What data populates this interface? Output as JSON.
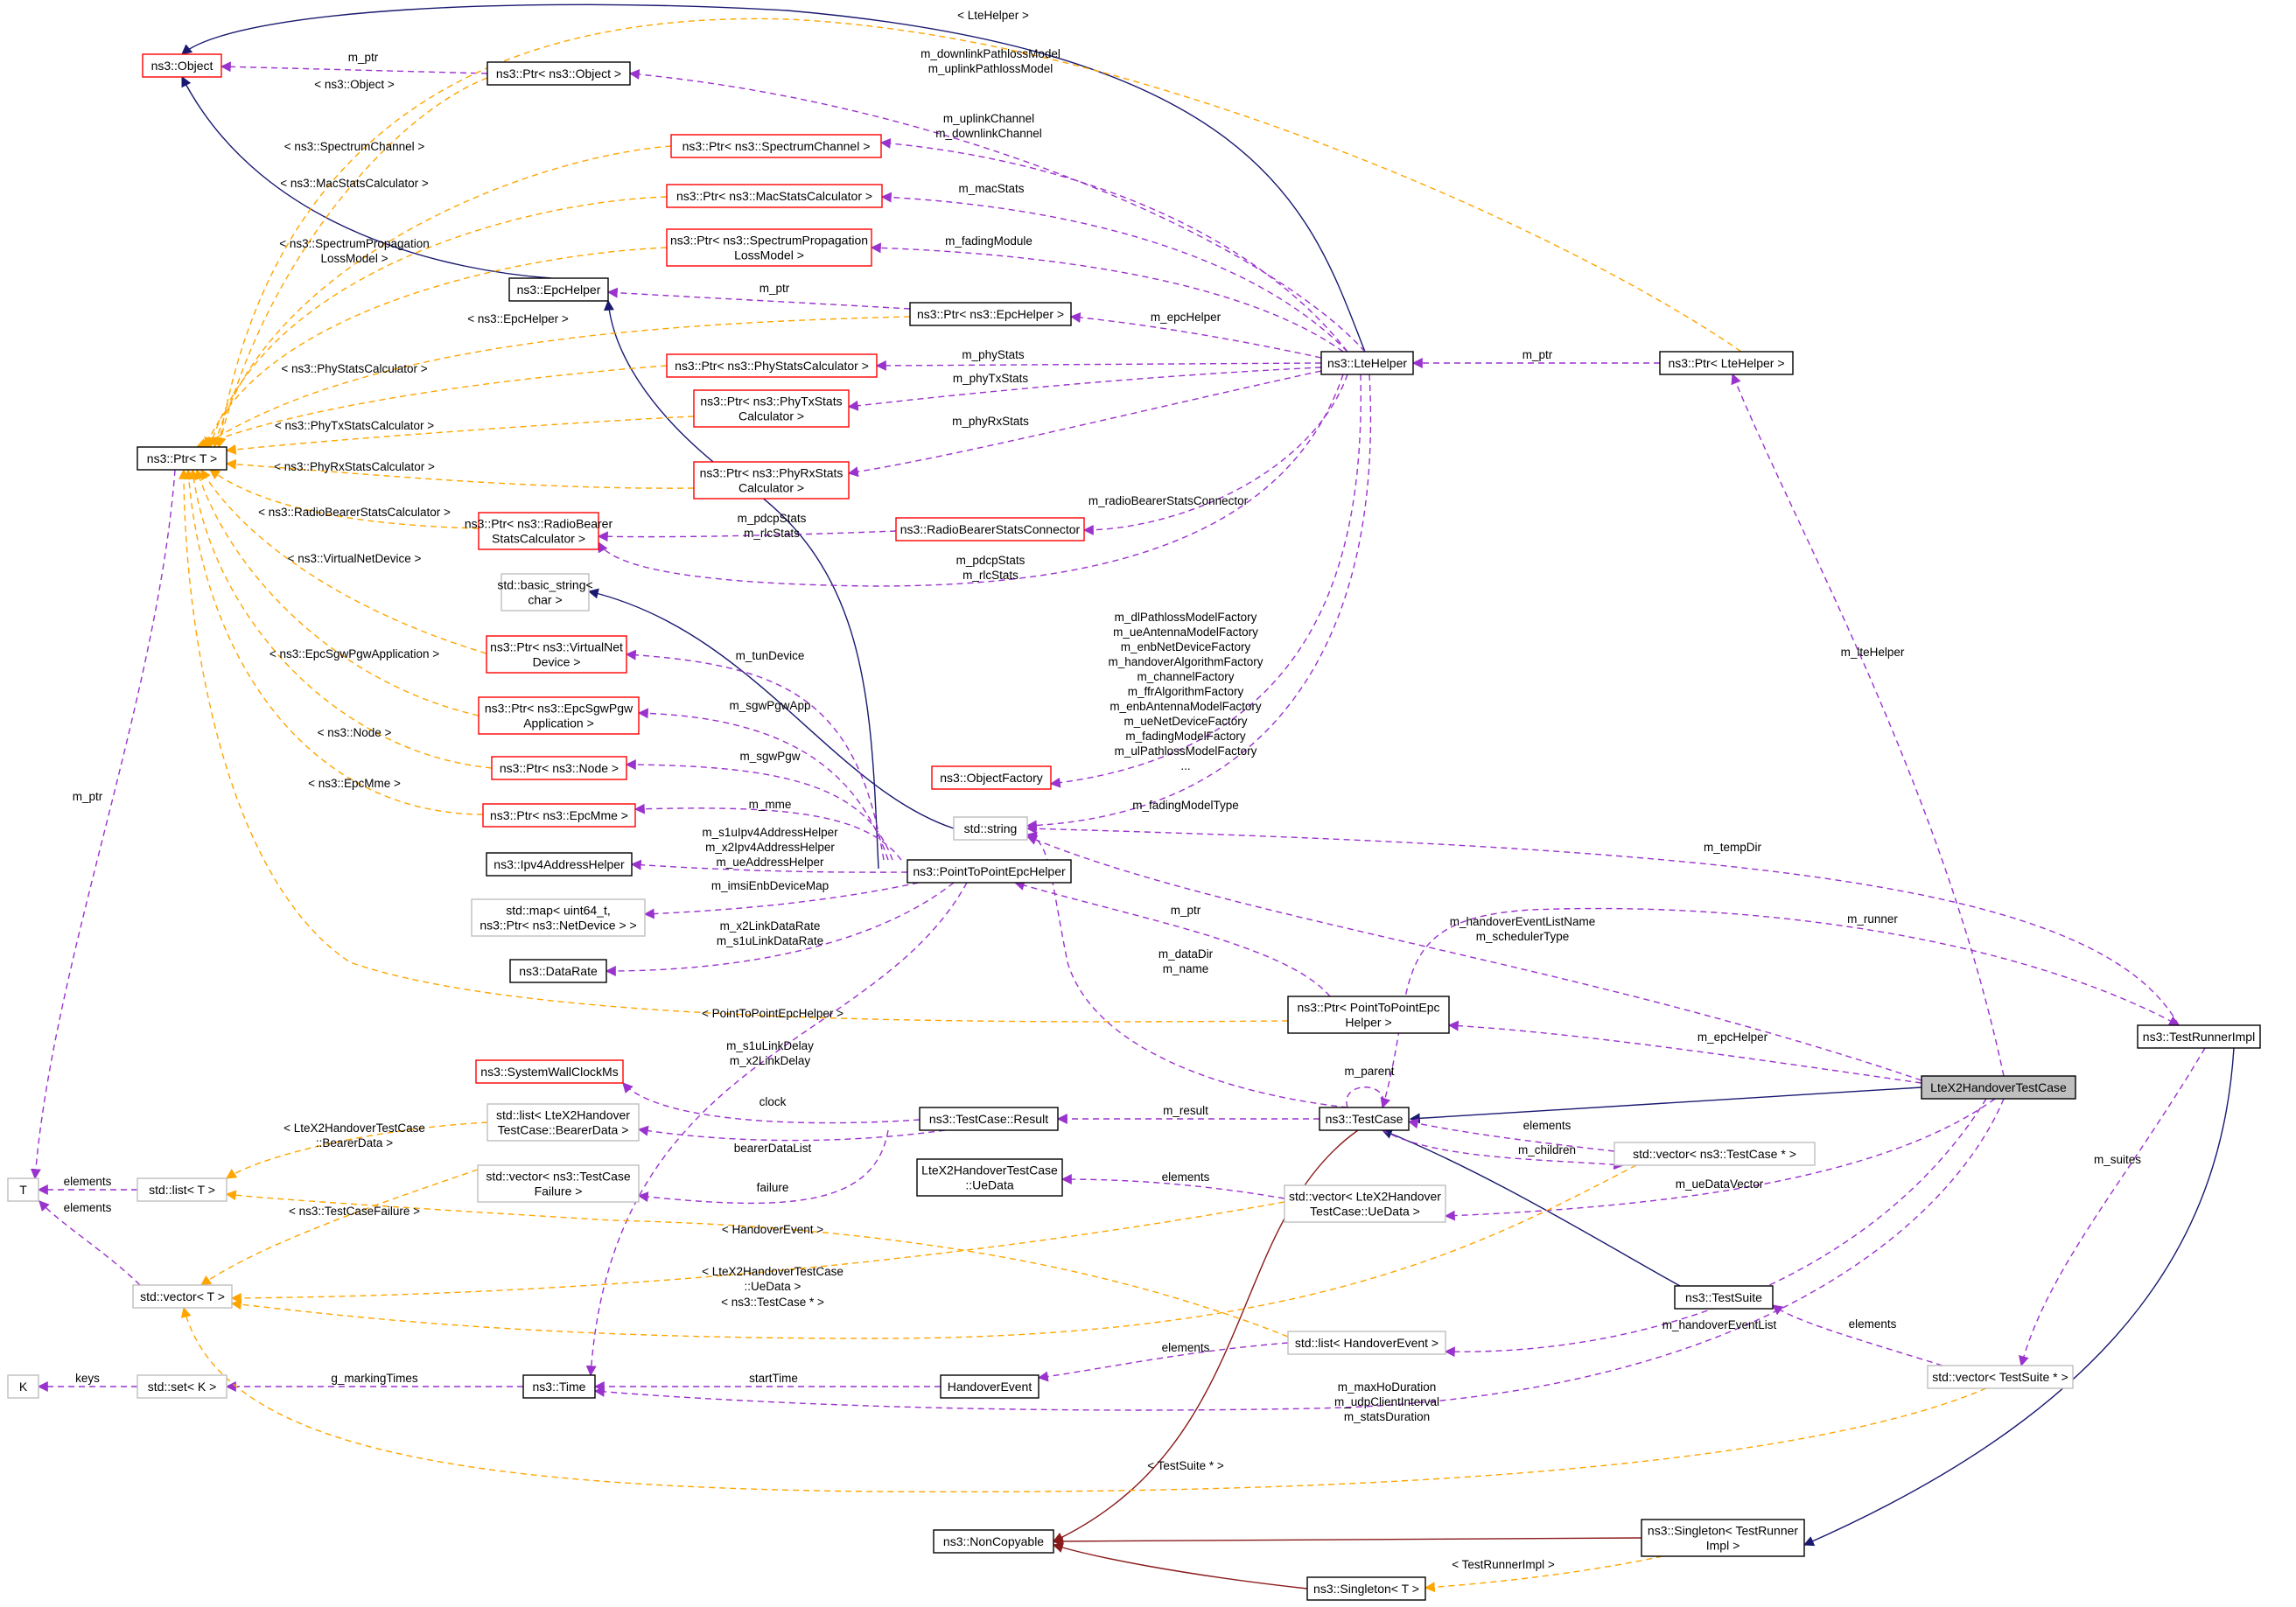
{
  "diagram": {
    "nodes": [
      {
        "id": "object",
        "lines": [
          "ns3::Object"
        ],
        "style": "red"
      },
      {
        "id": "ptr_object",
        "lines": [
          "ns3::Ptr< ns3::Object >"
        ],
        "style": "black"
      },
      {
        "id": "ptr_spectrumchannel",
        "lines": [
          "ns3::Ptr< ns3::SpectrumChannel >"
        ],
        "style": "red"
      },
      {
        "id": "ptr_macstats",
        "lines": [
          "ns3::Ptr< ns3::MacStatsCalculator >"
        ],
        "style": "red"
      },
      {
        "id": "ptr_spectrumprop",
        "lines": [
          "ns3::Ptr< ns3::SpectrumPropagation",
          "LossModel >"
        ],
        "style": "red"
      },
      {
        "id": "epchelper",
        "lines": [
          "ns3::EpcHelper"
        ],
        "style": "black"
      },
      {
        "id": "ptr_epchelper",
        "lines": [
          "ns3::Ptr< ns3::EpcHelper >"
        ],
        "style": "black"
      },
      {
        "id": "ptr_phystats",
        "lines": [
          "ns3::Ptr< ns3::PhyStatsCalculator >"
        ],
        "style": "red"
      },
      {
        "id": "ptr_phytx",
        "lines": [
          "ns3::Ptr< ns3::PhyTxStats",
          "Calculator >"
        ],
        "style": "red"
      },
      {
        "id": "ptr_t",
        "lines": [
          "ns3::Ptr< T >"
        ],
        "style": "black"
      },
      {
        "id": "ptr_phyrx",
        "lines": [
          "ns3::Ptr< ns3::PhyRxStats",
          "Calculator >"
        ],
        "style": "red"
      },
      {
        "id": "ptr_radiobearer",
        "lines": [
          "ns3::Ptr< ns3::RadioBearer",
          "StatsCalculator >"
        ],
        "style": "red"
      },
      {
        "id": "rbsc",
        "lines": [
          "ns3::RadioBearerStatsConnector"
        ],
        "style": "red"
      },
      {
        "id": "basic_string",
        "lines": [
          "std::basic_string<",
          "char >"
        ],
        "style": "gray"
      },
      {
        "id": "ptr_vnd",
        "lines": [
          "ns3::Ptr< ns3::VirtualNet",
          "Device >"
        ],
        "style": "red"
      },
      {
        "id": "ptr_epcsgw",
        "lines": [
          "ns3::Ptr< ns3::EpcSgwPgw",
          "Application >"
        ],
        "style": "red"
      },
      {
        "id": "ptr_node",
        "lines": [
          "ns3::Ptr< ns3::Node >"
        ],
        "style": "red"
      },
      {
        "id": "objectfactory",
        "lines": [
          "ns3::ObjectFactory"
        ],
        "style": "red"
      },
      {
        "id": "ptr_epcmme",
        "lines": [
          "ns3::Ptr< ns3::EpcMme >"
        ],
        "style": "red"
      },
      {
        "id": "stdstring",
        "lines": [
          "std::string"
        ],
        "style": "gray"
      },
      {
        "id": "ipv4ah",
        "lines": [
          "ns3::Ipv4AddressHelper"
        ],
        "style": "black"
      },
      {
        "id": "p2pepc",
        "lines": [
          "ns3::PointToPointEpcHelper"
        ],
        "style": "black"
      },
      {
        "id": "stdmap",
        "lines": [
          "std::map< uint64_t,",
          "ns3::Ptr< ns3::NetDevice > >"
        ],
        "style": "gray"
      },
      {
        "id": "datarate",
        "lines": [
          "ns3::DataRate"
        ],
        "style": "black"
      },
      {
        "id": "ltehelper",
        "lines": [
          "ns3::LteHelper"
        ],
        "style": "black"
      },
      {
        "id": "ptr_ltehelper",
        "lines": [
          "ns3::Ptr< LteHelper >"
        ],
        "style": "black"
      },
      {
        "id": "ptr_p2pepc",
        "lines": [
          "ns3::Ptr< PointToPointEpc",
          "Helper >"
        ],
        "style": "black"
      },
      {
        "id": "testrunnerimpl",
        "lines": [
          "ns3::TestRunnerImpl"
        ],
        "style": "black"
      },
      {
        "id": "syswallclock",
        "lines": [
          "ns3::SystemWallClockMs"
        ],
        "style": "red"
      },
      {
        "id": "lte_x2",
        "lines": [
          "LteX2HandoverTestCase"
        ],
        "style": "focus"
      },
      {
        "id": "list_bearer",
        "lines": [
          "std::list< LteX2Handover",
          "TestCase::BearerData >"
        ],
        "style": "gray"
      },
      {
        "id": "tc_result",
        "lines": [
          "ns3::TestCase::Result"
        ],
        "style": "black"
      },
      {
        "id": "testcase",
        "lines": [
          "ns3::TestCase"
        ],
        "style": "black"
      },
      {
        "id": "vec_tcptr",
        "lines": [
          "std::vector< ns3::TestCase * >"
        ],
        "style": "gray"
      },
      {
        "id": "T",
        "lines": [
          "T"
        ],
        "style": "gray"
      },
      {
        "id": "list_t",
        "lines": [
          "std::list< T >"
        ],
        "style": "gray"
      },
      {
        "id": "vec_tcf",
        "lines": [
          "std::vector< ns3::TestCase",
          "Failure >"
        ],
        "style": "gray"
      },
      {
        "id": "uedata",
        "lines": [
          "LteX2HandoverTestCase",
          "::UeData"
        ],
        "style": "black"
      },
      {
        "id": "vec_uedata",
        "lines": [
          "std::vector< LteX2Handover",
          "TestCase::UeData >"
        ],
        "style": "gray"
      },
      {
        "id": "vec_t",
        "lines": [
          "std::vector< T >"
        ],
        "style": "gray"
      },
      {
        "id": "testsuite",
        "lines": [
          "ns3::TestSuite"
        ],
        "style": "black"
      },
      {
        "id": "list_he",
        "lines": [
          "std::list< HandoverEvent >"
        ],
        "style": "gray"
      },
      {
        "id": "K",
        "lines": [
          "K"
        ],
        "style": "gray"
      },
      {
        "id": "set_k",
        "lines": [
          "std::set< K >"
        ],
        "style": "gray"
      },
      {
        "id": "time",
        "lines": [
          "ns3::Time"
        ],
        "style": "black"
      },
      {
        "id": "handoverevent",
        "lines": [
          "HandoverEvent"
        ],
        "style": "black"
      },
      {
        "id": "vec_tsptr",
        "lines": [
          "std::vector< TestSuite * >"
        ],
        "style": "gray"
      },
      {
        "id": "noncopyable",
        "lines": [
          "ns3::NonCopyable"
        ],
        "style": "black"
      },
      {
        "id": "singleton_tr",
        "lines": [
          "ns3::Singleton< TestRunner",
          "Impl >"
        ],
        "style": "black"
      },
      {
        "id": "singleton_t",
        "lines": [
          "ns3::Singleton< T >"
        ],
        "style": "black"
      }
    ],
    "edges": [
      {
        "id": "e_epc_obj",
        "label": [],
        "style": "inherit"
      },
      {
        "id": "e_lte_obj",
        "label": [],
        "style": "inherit"
      },
      {
        "id": "e_p2p_epc",
        "label": [],
        "style": "inherit"
      },
      {
        "id": "e_str_bs",
        "label": [],
        "style": "inherit"
      },
      {
        "id": "e_x2_tc",
        "label": [],
        "style": "inherit"
      },
      {
        "id": "e_ts_tc",
        "label": [],
        "style": "inherit"
      },
      {
        "id": "e_tri_sing",
        "label": [],
        "style": "inherit"
      },
      {
        "id": "e_tc_nc",
        "label": [],
        "style": "private"
      },
      {
        "id": "e_str_nc",
        "label": [],
        "style": "private"
      },
      {
        "id": "e_st_nc",
        "label": [],
        "style": "private"
      },
      {
        "id": "e_po_obj",
        "label": [
          "m_ptr"
        ],
        "style": "use"
      },
      {
        "id": "e_lte_po",
        "label": [
          "m_downlinkPathlossModel",
          "m_uplinkPathlossModel"
        ],
        "style": "use"
      },
      {
        "id": "e_lte_psc",
        "label": [
          "m_uplinkChannel",
          "m_downlinkChannel"
        ],
        "style": "use"
      },
      {
        "id": "e_lte_pmac",
        "label": [
          "m_macStats"
        ],
        "style": "use"
      },
      {
        "id": "e_lte_pspm",
        "label": [
          "m_fadingModule"
        ],
        "style": "use"
      },
      {
        "id": "e_pepc_epc",
        "label": [
          "m_ptr"
        ],
        "style": "use"
      },
      {
        "id": "e_lte_pepc",
        "label": [
          "m_epcHelper"
        ],
        "style": "use"
      },
      {
        "id": "e_lte_pphy",
        "label": [
          "m_phyStats"
        ],
        "style": "use"
      },
      {
        "id": "e_lte_ptx",
        "label": [
          "m_phyTxStats"
        ],
        "style": "use"
      },
      {
        "id": "e_lte_prx",
        "label": [
          "m_phyRxStats"
        ],
        "style": "use"
      },
      {
        "id": "e_lte_rbsc",
        "label": [
          "m_radioBearerStatsConnector"
        ],
        "style": "use"
      },
      {
        "id": "e_rbsc_prb",
        "label": [
          "m_pdcpStats",
          "m_rlcStats"
        ],
        "style": "use"
      },
      {
        "id": "e_lte_prb",
        "label": [
          "m_pdcpStats",
          "m_rlcStats"
        ],
        "style": "use"
      },
      {
        "id": "e_lte_of",
        "label": [
          "m_dlPathlossModelFactory",
          "m_ueAntennaModelFactory",
          "m_enbNetDeviceFactory",
          "m_handoverAlgorithmFactory",
          "m_channelFactory",
          "m_ffrAlgorithmFactory",
          "m_enbAntennaModelFactory",
          "m_ueNetDeviceFactory",
          "m_fadingModelFactory",
          "m_ulPathlossModelFactory",
          "..."
        ],
        "style": "use"
      },
      {
        "id": "e_lte_str",
        "label": [
          "m_fadingModelType"
        ],
        "style": "use"
      },
      {
        "id": "e_pl_lte",
        "label": [
          "m_ptr"
        ],
        "style": "use"
      },
      {
        "id": "e_x2_pl",
        "label": [
          "m_lteHelper"
        ],
        "style": "use"
      },
      {
        "id": "e_p2p_vnd",
        "label": [
          "m_tunDevice"
        ],
        "style": "use"
      },
      {
        "id": "e_p2p_sgw",
        "label": [
          "m_sgwPgwApp"
        ],
        "style": "use"
      },
      {
        "id": "e_p2p_node",
        "label": [
          "m_sgwPgw"
        ],
        "style": "use"
      },
      {
        "id": "e_p2p_mme",
        "label": [
          "m_mme"
        ],
        "style": "use"
      },
      {
        "id": "e_p2p_ipv4",
        "label": [
          "m_s1uIpv4AddressHelper",
          "m_x2Ipv4AddressHelper",
          "m_ueAddressHelper"
        ],
        "style": "use"
      },
      {
        "id": "e_p2p_map",
        "label": [
          "m_imsiEnbDeviceMap"
        ],
        "style": "use"
      },
      {
        "id": "e_p2p_dr",
        "label": [
          "m_x2LinkDataRate",
          "m_s1uLinkDataRate"
        ],
        "style": "use"
      },
      {
        "id": "e_p2p_time",
        "label": [
          "m_s1uLinkDelay",
          "m_x2LinkDelay"
        ],
        "style": "use"
      },
      {
        "id": "e_pp_p2p",
        "label": [
          "m_ptr"
        ],
        "style": "use"
      },
      {
        "id": "e_x2_pp",
        "label": [
          "m_epcHelper"
        ],
        "style": "use"
      },
      {
        "id": "e_tc_str",
        "label": [
          "m_dataDir",
          "m_name"
        ],
        "style": "use"
      },
      {
        "id": "e_x2_str",
        "label": [
          "m_handoverEventListName",
          "m_schedulerType"
        ],
        "style": "use"
      },
      {
        "id": "e_tri_str",
        "label": [
          "m_tempDir"
        ],
        "style": "use"
      },
      {
        "id": "e_x2_tri",
        "label": [
          "m_runner"
        ],
        "style": "use"
      },
      {
        "id": "e_tcr_swc",
        "label": [
          "clock"
        ],
        "style": "use"
      },
      {
        "id": "e_tc_tcr",
        "label": [
          "m_result"
        ],
        "style": "use"
      },
      {
        "id": "e_tc_tc",
        "label": [
          "m_parent"
        ],
        "style": "use"
      },
      {
        "id": "e_vtc_tc",
        "label": [
          "elements"
        ],
        "style": "use"
      },
      {
        "id": "e_tc_vtc",
        "label": [
          "m_children"
        ],
        "style": "use"
      },
      {
        "id": "e_tcr_lb",
        "label": [
          "bearerDataList"
        ],
        "style": "use"
      },
      {
        "id": "e_tcr_vf",
        "label": [
          "failure"
        ],
        "style": "use"
      },
      {
        "id": "e_vud_ud",
        "label": [
          "elements"
        ],
        "style": "use"
      },
      {
        "id": "e_x2_vud",
        "label": [
          "m_ueDataVector"
        ],
        "style": "use"
      },
      {
        "id": "e_x2_lhe",
        "label": [
          "m_handoverEventList"
        ],
        "style": "use"
      },
      {
        "id": "e_lhe_he",
        "label": [
          "elements"
        ],
        "style": "use"
      },
      {
        "id": "e_he_time",
        "label": [
          "startTime"
        ],
        "style": "use"
      },
      {
        "id": "e_x2_time",
        "label": [
          "m_maxHoDuration",
          "m_udpClientInterval",
          "m_statsDuration"
        ],
        "style": "use"
      },
      {
        "id": "e_time_set",
        "label": [
          "g_markingTimes"
        ],
        "style": "use"
      },
      {
        "id": "e_set_k",
        "label": [
          "keys"
        ],
        "style": "use"
      },
      {
        "id": "e_lt_t",
        "label": [
          "elements"
        ],
        "style": "use"
      },
      {
        "id": "e_vt_t",
        "label": [
          "elements"
        ],
        "style": "use"
      },
      {
        "id": "e_tri_vts",
        "label": [
          "m_suites"
        ],
        "style": "use"
      },
      {
        "id": "e_vts_ts",
        "label": [
          "elements"
        ],
        "style": "use"
      },
      {
        "id": "e_ptrt_t",
        "label": [
          "m_ptr"
        ],
        "style": "use"
      },
      {
        "id": "t_pl",
        "label": [
          "< LteHelper >"
        ],
        "style": "template"
      },
      {
        "id": "t_po",
        "label": [
          "< ns3::Object >"
        ],
        "style": "template"
      },
      {
        "id": "t_psc",
        "label": [
          "< ns3::SpectrumChannel >"
        ],
        "style": "template"
      },
      {
        "id": "t_pmac",
        "label": [
          "< ns3::MacStatsCalculator >"
        ],
        "style": "template"
      },
      {
        "id": "t_pspm",
        "label": [
          "< ns3::SpectrumPropagation",
          "LossModel >"
        ],
        "style": "template"
      },
      {
        "id": "t_pepc",
        "label": [
          "< ns3::EpcHelper >"
        ],
        "style": "template"
      },
      {
        "id": "t_pphy",
        "label": [
          "< ns3::PhyStatsCalculator >"
        ],
        "style": "template"
      },
      {
        "id": "t_ptx",
        "label": [
          "< ns3::PhyTxStatsCalculator >"
        ],
        "style": "template"
      },
      {
        "id": "t_prx",
        "label": [
          "< ns3::PhyRxStatsCalculator >"
        ],
        "style": "template"
      },
      {
        "id": "t_prb",
        "label": [
          "< ns3::RadioBearerStatsCalculator >"
        ],
        "style": "template"
      },
      {
        "id": "t_pvnd",
        "label": [
          "< ns3::VirtualNetDevice >"
        ],
        "style": "template"
      },
      {
        "id": "t_psgw",
        "label": [
          "< ns3::EpcSgwPgwApplication >"
        ],
        "style": "template"
      },
      {
        "id": "t_pnode",
        "label": [
          "< ns3::Node >"
        ],
        "style": "template"
      },
      {
        "id": "t_pmme",
        "label": [
          "< ns3::EpcMme >"
        ],
        "style": "template"
      },
      {
        "id": "t_pp",
        "label": [
          "< PointToPointEpcHelper >"
        ],
        "style": "template"
      },
      {
        "id": "t_lb",
        "label": [
          "< LteX2HandoverTestCase",
          "::BearerData >"
        ],
        "style": "template"
      },
      {
        "id": "t_vf",
        "label": [
          "< ns3::TestCaseFailure >"
        ],
        "style": "template"
      },
      {
        "id": "t_lhe",
        "label": [
          "< HandoverEvent >"
        ],
        "style": "template"
      },
      {
        "id": "t_vud",
        "label": [
          "< LteX2HandoverTestCase",
          "::UeData >"
        ],
        "style": "template"
      },
      {
        "id": "t_vtc",
        "label": [
          "< ns3::TestCase * >"
        ],
        "style": "template"
      },
      {
        "id": "t_vts",
        "label": [
          "< TestSuite * >"
        ],
        "style": "template"
      },
      {
        "id": "t_str",
        "label": [
          "< TestRunnerImpl >"
        ],
        "style": "template"
      }
    ]
  },
  "colors": {
    "inherit": "#191970",
    "private": "#8b1a1a",
    "use": "#9a32cd",
    "template": "#ffa500",
    "box_red": "#ff0000",
    "box_gray": "#bfbfbf",
    "focus_fill": "#bfbfbf"
  }
}
